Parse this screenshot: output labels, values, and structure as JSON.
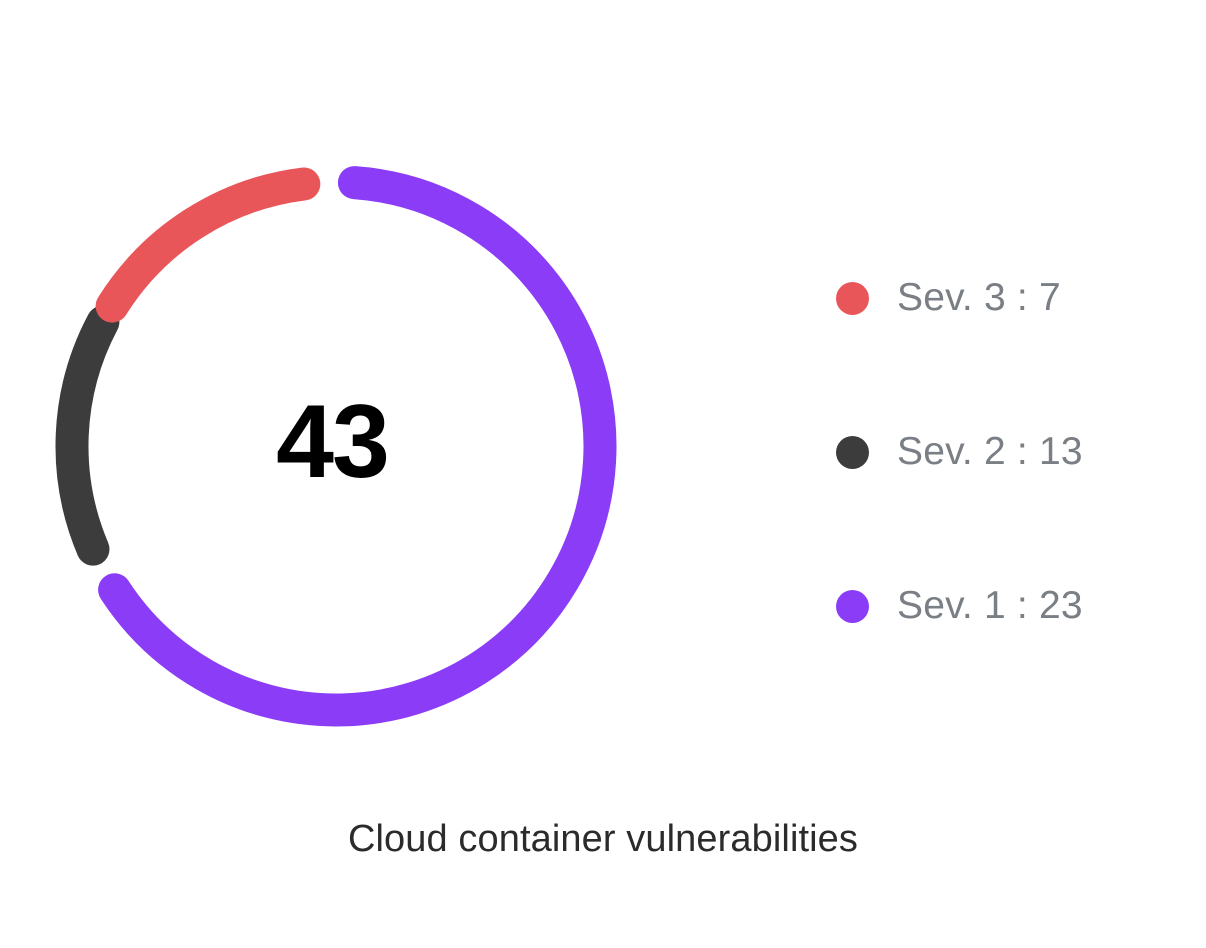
{
  "chart_data": {
    "type": "pie",
    "variant": "donut",
    "title": "Cloud container vulnerabilities",
    "center_value": "43",
    "total": 43,
    "categories": [
      "Sev. 1",
      "Sev. 2",
      "Sev. 3"
    ],
    "values": [
      23,
      13,
      7
    ],
    "colors": [
      "#8B3CF7",
      "#3C3C3C",
      "#E9565A"
    ],
    "legend_position": "right",
    "legend": [
      {
        "label": "Sev. 3 : 7",
        "name": "Sev. 3",
        "value": 7,
        "color": "#E9565A"
      },
      {
        "label": "Sev. 2 : 13",
        "name": "Sev. 2",
        "value": 13,
        "color": "#3C3C3C"
      },
      {
        "label": "Sev. 1 : 23",
        "name": "Sev. 1",
        "value": 23,
        "color": "#8B3CF7"
      }
    ],
    "segments": [
      {
        "name": "Sev. 1",
        "value": 23,
        "color": "#8B3CF7",
        "start_angle": 4,
        "end_angle": 237
      },
      {
        "name": "Sev. 2",
        "value": 13,
        "color": "#3C3C3C",
        "start_angle": 247,
        "end_angle": 298
      },
      {
        "name": "Sev. 3",
        "value": 7,
        "color": "#E9565A",
        "start_angle": 302,
        "end_angle": 353
      }
    ],
    "xlabel": "",
    "ylabel": "",
    "grid": false
  },
  "colors": {
    "background": "#FFFFFF",
    "sev1_purple": "#8B3CF7",
    "sev2_dark": "#3C3C3C",
    "sev3_red": "#E9565A",
    "legend_text": "#7A7F85",
    "title_text": "#2B2B2B",
    "center_text": "#000000"
  }
}
